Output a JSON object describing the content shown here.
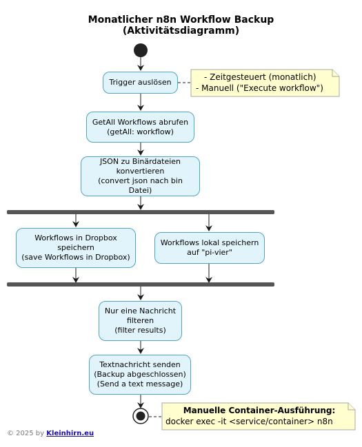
{
  "title": {
    "line1": "Monatlicher n8n Workflow Backup",
    "line2": "(Aktivitätsdiagramm)"
  },
  "activities": {
    "trigger": {
      "lines": [
        "Trigger auslösen"
      ]
    },
    "getall": {
      "lines": [
        "GetAll Workflows abrufen",
        "(getAll: workflow)"
      ]
    },
    "convert": {
      "lines": [
        "JSON zu Binärdateien",
        "konvertieren",
        "(convert json nach bin Datei)"
      ]
    },
    "dropbox": {
      "lines": [
        "Workflows in Dropbox",
        "speichern",
        "(save Workflows in Dropbox)"
      ]
    },
    "local": {
      "lines": [
        "Workflows lokal speichern",
        "auf \"pi-vier\""
      ]
    },
    "filter": {
      "lines": [
        "Nur eine Nachricht",
        "filteren",
        "(filter results)"
      ]
    },
    "send": {
      "lines": [
        "Textnachricht senden",
        "(Backup abgeschlossen)",
        "(Send a text message)"
      ]
    }
  },
  "notes": {
    "trigger_note": {
      "lines": [
        "- Zeitgesteuert (monatlich)",
        "- Manuell (\"Execute workflow\")"
      ]
    },
    "end_note": {
      "title": "Manuelle Container-Ausführung:",
      "command": "docker exec -it <service/container> n8n"
    }
  },
  "footer": {
    "text": "© 2025 by ",
    "link": "Kleinhirn.eu"
  },
  "colors": {
    "activity_fill": "#e2f4fb",
    "activity_border": "#4fa3c7",
    "note_fill": "#fefece",
    "note_border": "#a8a8a8",
    "bar": "#555555"
  }
}
